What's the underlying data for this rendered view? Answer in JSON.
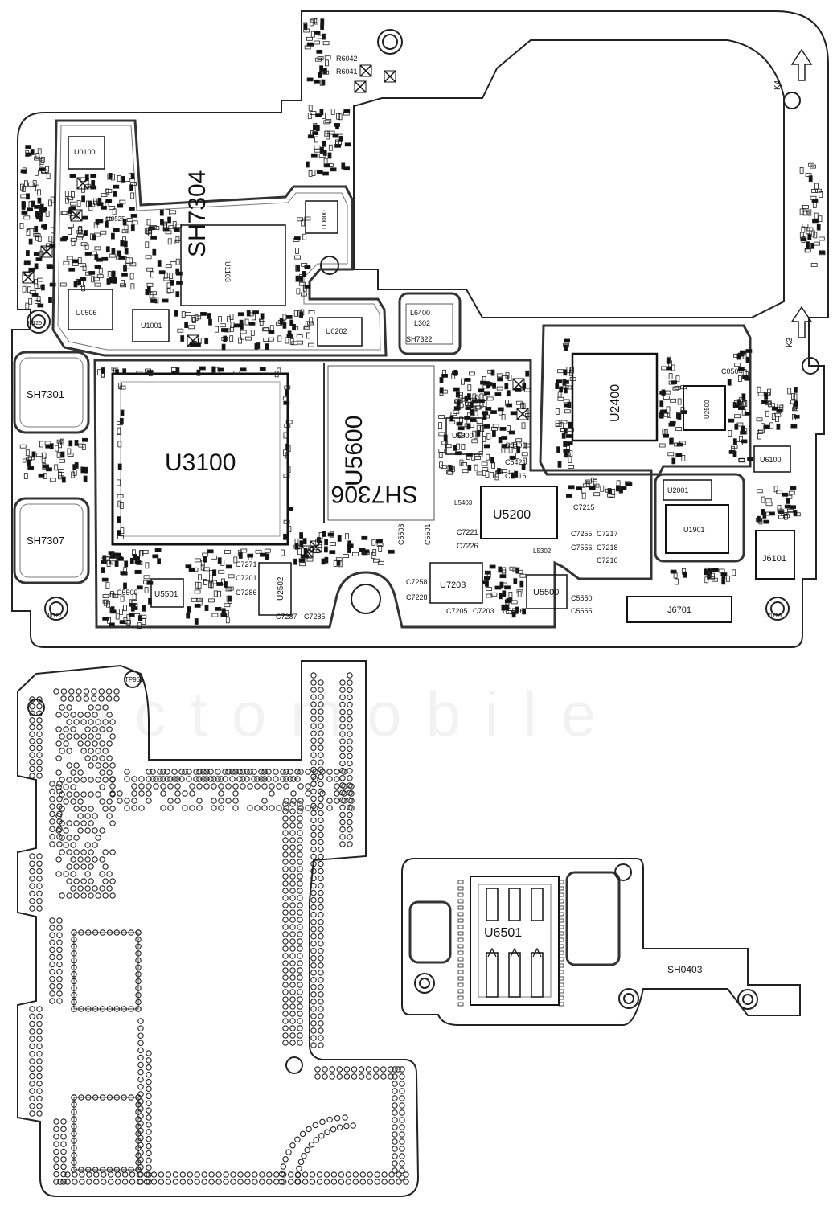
{
  "watermark": "ictomobile",
  "components": {
    "sh7304": "SH7304",
    "u3100": "U3100",
    "u5600": "U5600",
    "sh7306": "SH7306",
    "u2400": "U2400",
    "u5200": "U5200",
    "sh7301": "SH7301",
    "sh7307": "SH7307",
    "u0100": "U0100",
    "u0506": "U0506",
    "u1001": "U1001",
    "u0202": "U0202",
    "u0000": "U0000",
    "u0525": "U0525",
    "u1103": "U1103",
    "u2500": "U2500",
    "u5800": "U5800",
    "u6100": "U6100",
    "u2001": "U2001",
    "u1901": "U1901",
    "j6101": "J6101",
    "j6701": "J6701",
    "u7203": "U7203",
    "u5500": "U5500",
    "u5501": "U5501",
    "u2502": "U2502",
    "l6400": "L6400",
    "l302": "L302",
    "sh7322": "SH7322",
    "l5403": "L5403",
    "l5302": "L5302",
    "u6501": "U6501",
    "sh0403": "SH0403",
    "tp963": "TP963",
    "j0125": "J0125",
    "j0127": "J0127",
    "j0126": "J0126",
    "k3": "K3",
    "k4": "K4"
  },
  "small_labels": {
    "r6042": "R6042",
    "r6041": "R6041",
    "c5401": "C5401",
    "c5421": "C5421",
    "c5416": "C5416",
    "c7215": "C7215",
    "c7221": "C7221",
    "c7226": "C7226",
    "c7255": "C7255",
    "c7217": "C7217",
    "c7556": "C7556",
    "c7218": "C7218",
    "c7216": "C7216",
    "c7271": "C7271",
    "c7201": "C7201",
    "c7286": "C7286",
    "c7287": "C7287",
    "c7285": "C7285",
    "c7258": "C7258",
    "c7228": "C7228",
    "c5509": "C5509",
    "c5503": "C5503",
    "c5501": "C5501",
    "c5556": "C5556",
    "c5555": "C5555",
    "c5550": "C5550",
    "c7205": "C7205",
    "c7203": "C7203",
    "c0504": "C0504"
  }
}
